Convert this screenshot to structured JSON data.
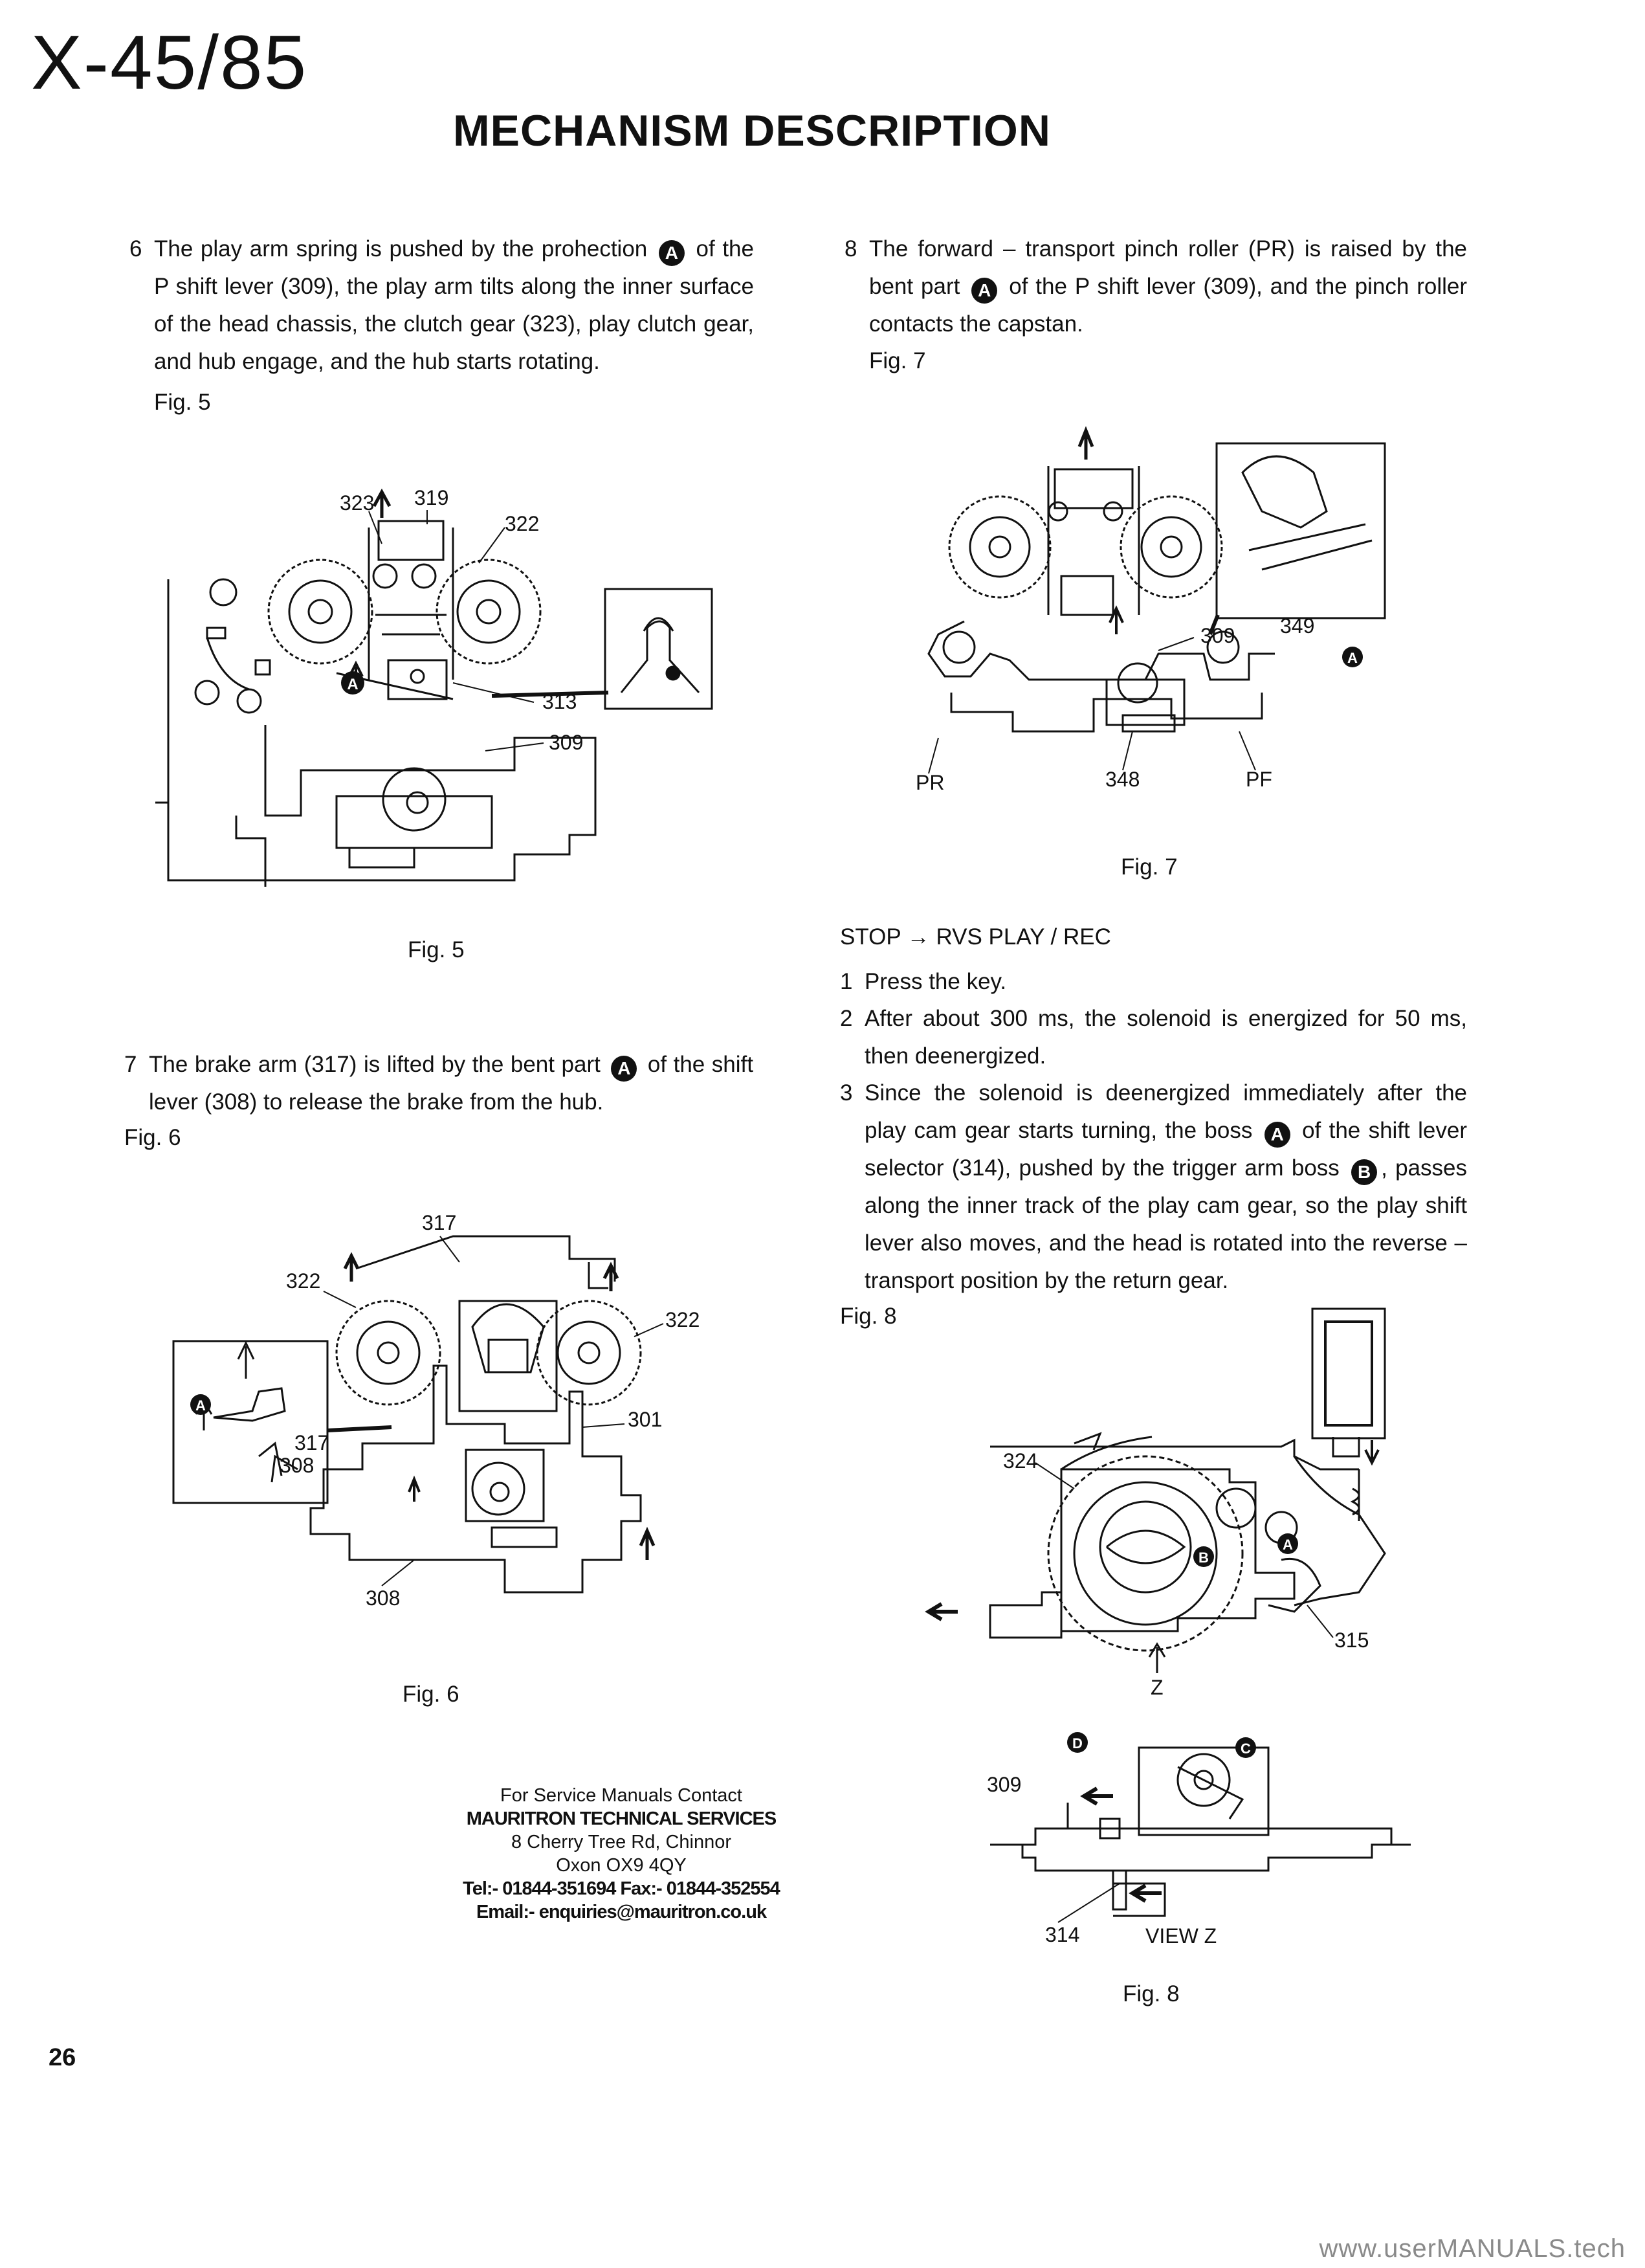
{
  "header": {
    "model": "X-45/85",
    "title": "MECHANISM DESCRIPTION"
  },
  "left": {
    "item6": {
      "num": "6",
      "parts": [
        "The play arm spring is pushed by the prohection",
        "A",
        "of the P shift lever (309), the play arm tilts along the inner surface of the head chassis, the clutch gear (323), play clutch gear, and hub engage, and the hub starts rotating."
      ],
      "figref": "Fig. 5"
    },
    "fig5": {
      "caption": "Fig. 5",
      "labels": [
        "323",
        "319",
        "322",
        "313",
        "309"
      ],
      "marker": "A"
    },
    "item7": {
      "num": "7",
      "parts": [
        "The brake arm (317) is lifted by the bent part",
        "A",
        "of the shift lever (308) to release the brake from the hub."
      ],
      "figref": "Fig. 6"
    },
    "fig6": {
      "caption": "Fig. 6",
      "labels": [
        "317",
        "322",
        "322",
        "301",
        "317",
        "308",
        "308"
      ],
      "marker": "A"
    }
  },
  "right": {
    "item8": {
      "num": "8",
      "parts": [
        "The forward – transport pinch roller (PR) is raised by the bent part",
        "A",
        "of the P shift lever (309), and the pinch roller contacts the capstan."
      ],
      "figref": "Fig. 7"
    },
    "fig7": {
      "caption": "Fig. 7",
      "labels": [
        "309",
        "349",
        "PR",
        "348",
        "PF"
      ],
      "marker": "A"
    },
    "section": {
      "heading": "STOP → RVS PLAY / REC",
      "steps": [
        {
          "num": "1",
          "text": "Press the key."
        },
        {
          "num": "2",
          "text": "After about 300 ms, the solenoid is energized for 50 ms, then deenergized."
        }
      ],
      "step3": {
        "num": "3",
        "parts": [
          "Since the solenoid is deenergized immediately after the play cam gear starts turning, the boss",
          "A",
          "of the shift lever selector (314), pushed by the trigger arm boss",
          "B",
          ", passes along the inner track of the play cam gear, so the play shift lever also moves, and the head is rotated into the reverse – transport position by the return gear."
        ]
      },
      "figref": "Fig. 8"
    },
    "fig8": {
      "caption": "Fig. 8",
      "labels": [
        "324",
        "315",
        "Z",
        "309",
        "314",
        "VIEW Z"
      ],
      "markers": [
        "A",
        "B",
        "C",
        "D"
      ]
    }
  },
  "footer": {
    "service": [
      "For Service Manuals Contact",
      "MAURITRON TECHNICAL SERVICES",
      "8 Cherry Tree Rd, Chinnor",
      "Oxon OX9 4QY",
      "Tel:- 01844-351694 Fax:- 01844-352554",
      "Email:- enquiries@mauritron.co.uk"
    ],
    "page": "26",
    "watermark": "www.userMANUALS.tech"
  }
}
